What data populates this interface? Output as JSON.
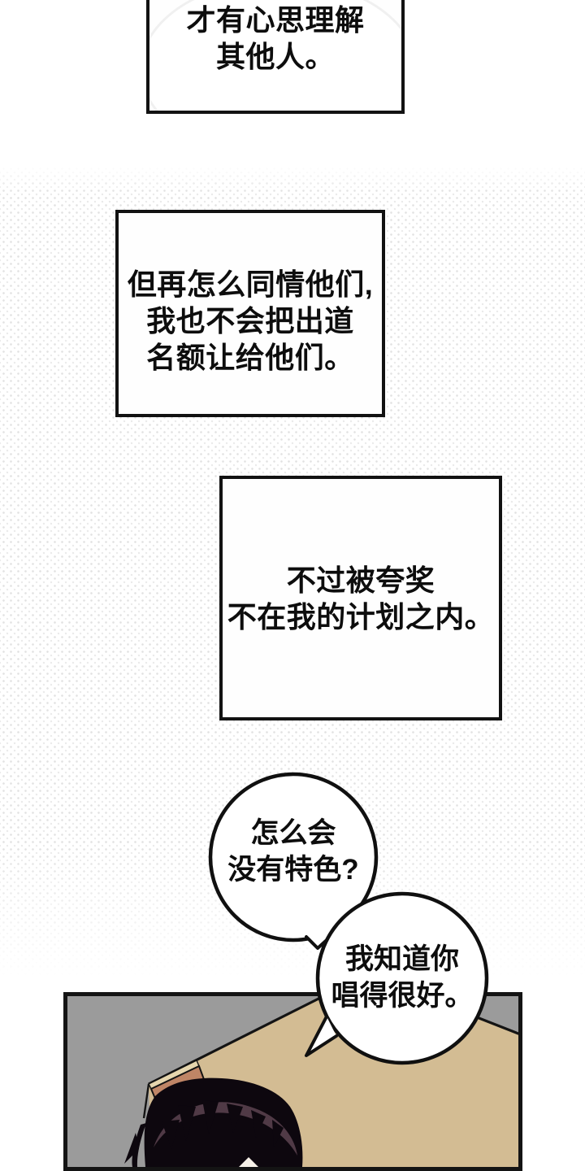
{
  "captions": {
    "box1": {
      "lines": [
        "才有心思理解",
        "其他人。"
      ]
    },
    "box2": {
      "lines": [
        "但再怎么同情他们,",
        "我也不会把出道",
        "名额让给他们。"
      ]
    },
    "box3": {
      "lines": [
        "不过被夸奖",
        "不在我的计划之内。"
      ]
    }
  },
  "bubbles": {
    "bubble1": {
      "lines": [
        "怎么会",
        "没有特色?"
      ]
    },
    "bubble2": {
      "lines": [
        "我知道你",
        "唱得很好。"
      ]
    }
  },
  "scene": {
    "colors": {
      "panel_bg": "#9b9b9b",
      "desk_top": "#d3bc93",
      "desk_side": "#bf8566",
      "desk_edge_light": "#e6d6ae",
      "line": "#141414",
      "hair": "#0d070e",
      "hair_sheen": "#503a46",
      "skin_notch": "#f6f0e8",
      "bubble_fill": "#ffffff",
      "bubble_stroke": "#101010"
    }
  }
}
